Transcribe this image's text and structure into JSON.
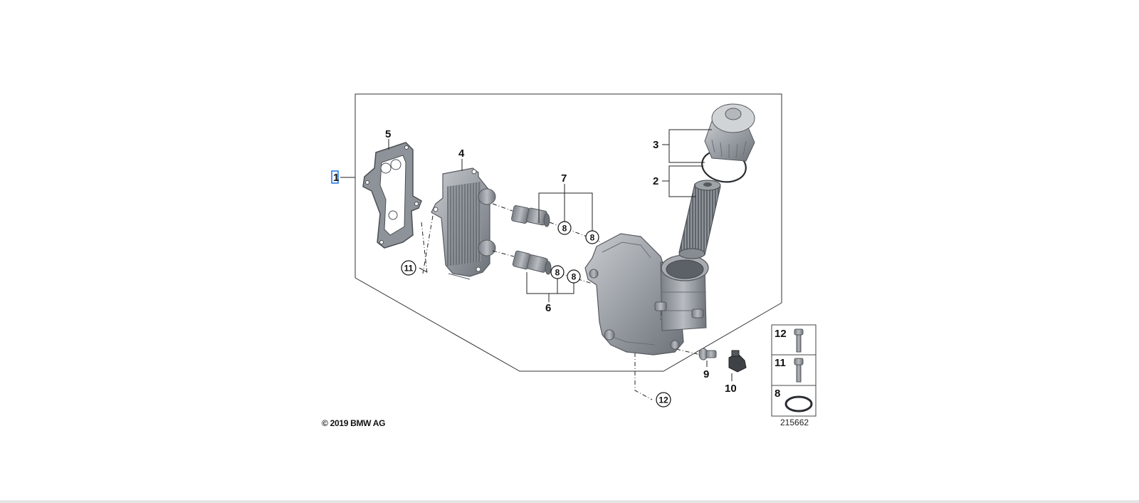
{
  "callouts": {
    "c1": "1",
    "c2": "2",
    "c3": "3",
    "c4": "4",
    "c5": "5",
    "c6": "6",
    "c7": "7",
    "c9": "9",
    "c10": "10",
    "b8a": "8",
    "b8b": "8",
    "b8c": "8",
    "b8d": "8",
    "b11": "11",
    "b12": "12"
  },
  "legend": {
    "row1": "12",
    "row2": "11",
    "row3": "8"
  },
  "diagram_number": "215662",
  "copyright": "© 2019 BMW AG",
  "colors": {
    "highlight": "#1a73e8",
    "part_gray": "#8f9499",
    "line": "#222222"
  }
}
